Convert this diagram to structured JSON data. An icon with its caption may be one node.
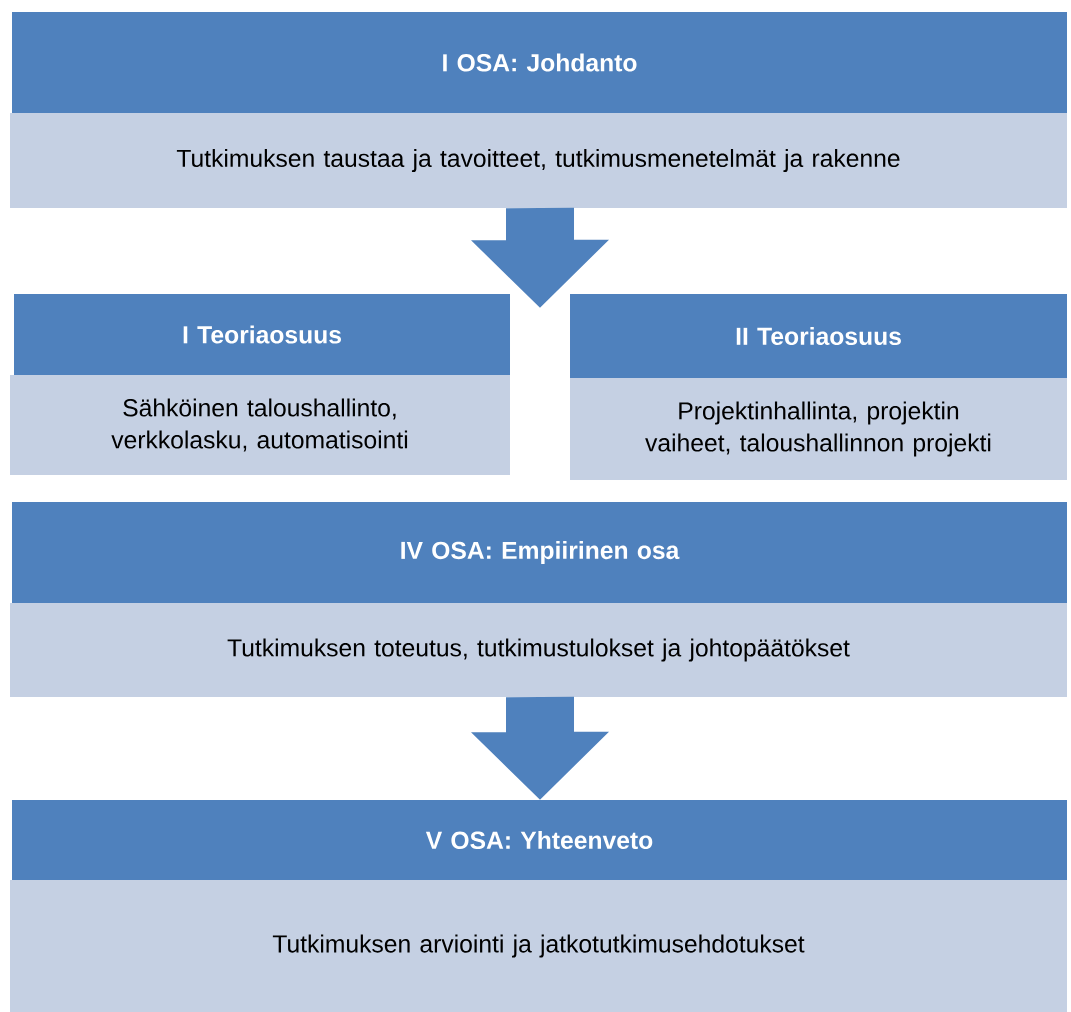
{
  "diagram": {
    "nodes": [
      {
        "text": [
          "I OSA: Johdanto"
        ]
      },
      {
        "text": [
          "Tutkimuksen taustaa ja tavoitteet, tutkimusmenetelmät ja rakenne"
        ]
      },
      {
        "text": [
          "I Teoriaosuus"
        ]
      },
      {
        "text": [
          "Sähköinen taloushallinto, verkkolasku, automatisointi"
        ]
      },
      {
        "text": [
          "II Teoriaosuus"
        ]
      },
      {
        "text": [
          "Projektinhallinta, projektin vaiheet, taloushallinnon projekti"
        ]
      },
      {
        "text": [
          "IV OSA: Empiirinen osa"
        ]
      },
      {
        "text": [
          "Tutkimuksen toteutus, tutkimustulokset ja johtopäätökset"
        ]
      },
      {
        "text": [
          "V OSA: Yhteenveto"
        ]
      },
      {
        "text": [
          "Tutkimuksen arviointi ja jatkotutkimusehdotukset"
        ]
      }
    ],
    "edges": [
      {
        "from": 1,
        "to": 2,
        "arrow": "to"
      },
      {
        "from": 1,
        "to": 4,
        "arrow": "to"
      },
      {
        "from": 7,
        "to": 8,
        "arrow": "to"
      }
    ]
  }
}
